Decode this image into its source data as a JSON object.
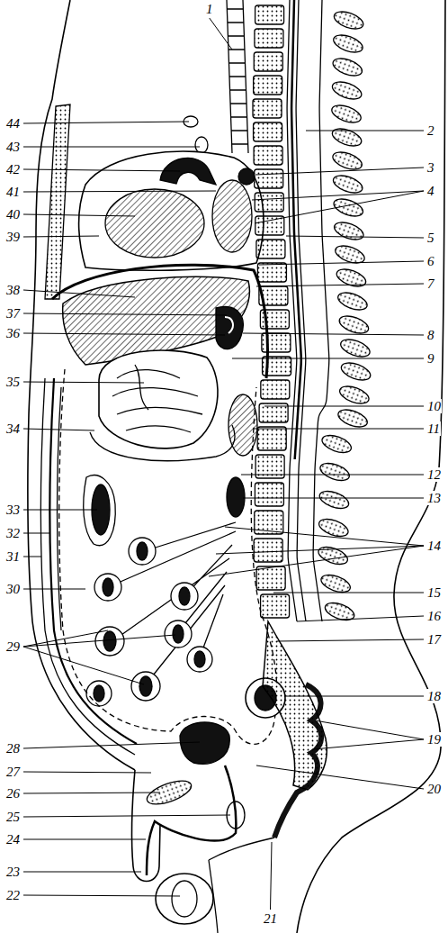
{
  "diagram": {
    "labels": [
      "1",
      "2",
      "3",
      "4",
      "5",
      "6",
      "7",
      "8",
      "9",
      "10",
      "11",
      "12",
      "13",
      "14",
      "15",
      "16",
      "17",
      "18",
      "19",
      "20",
      "21",
      "22",
      "23",
      "24",
      "25",
      "26",
      "27",
      "28",
      "29",
      "30",
      "31",
      "32",
      "33",
      "34",
      "35",
      "36",
      "37",
      "38",
      "39",
      "40",
      "41",
      "42",
      "43",
      "44"
    ]
  }
}
